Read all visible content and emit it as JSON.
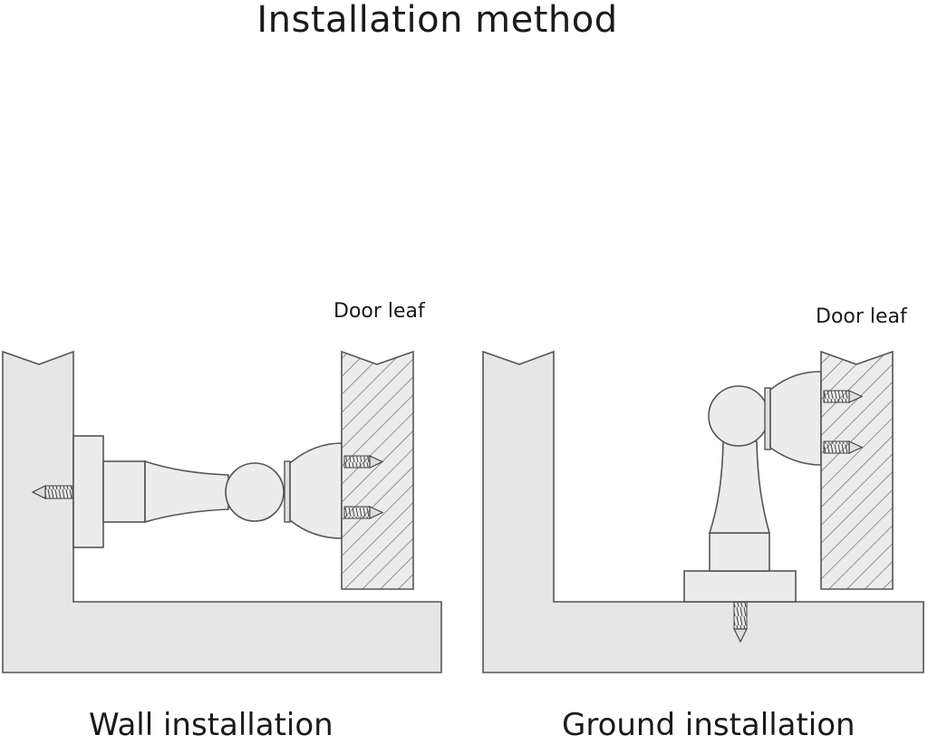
{
  "title": "Installation method",
  "diagrams": [
    {
      "door_label": "Door leaf",
      "caption": "Wall installation"
    },
    {
      "door_label": "Door leaf",
      "caption": "Ground installation"
    }
  ],
  "colors": {
    "fill": "#e6e6e6",
    "stroke": "#555555",
    "hatch": "#777777",
    "background": "#ffffff"
  }
}
